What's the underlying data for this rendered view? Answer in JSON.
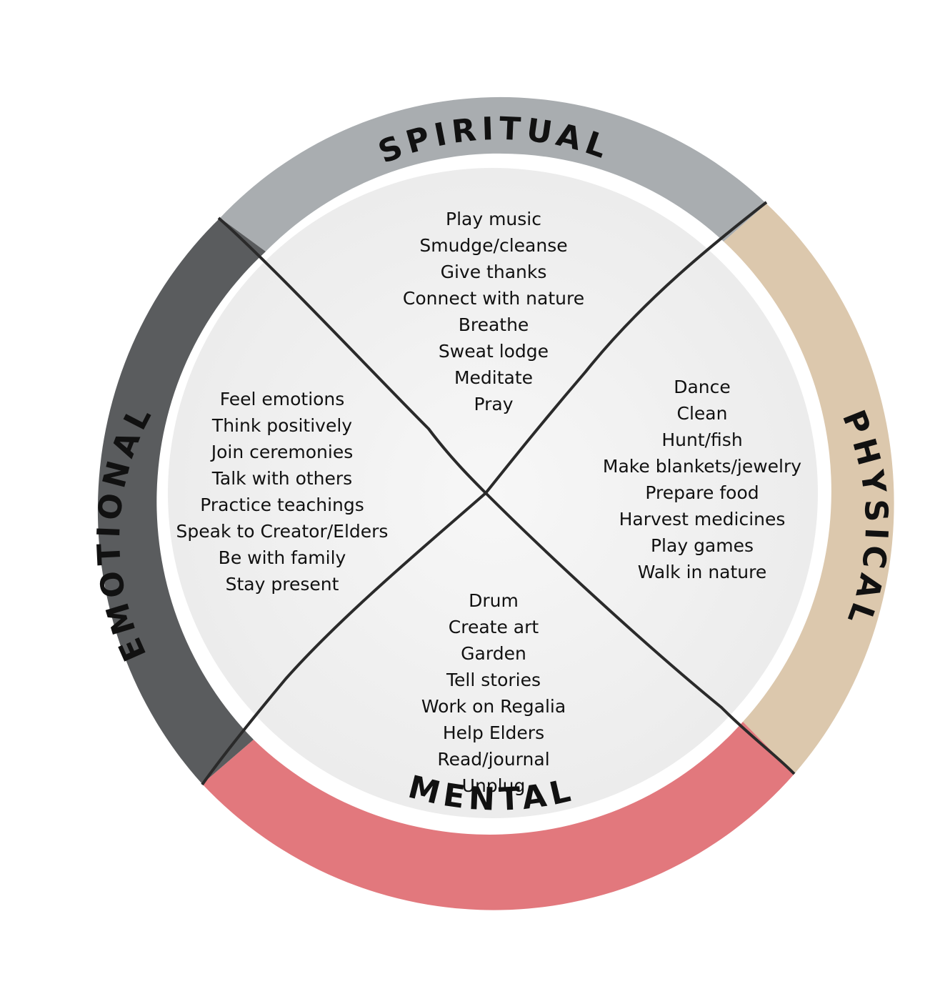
{
  "quadrants": {
    "spiritual": {
      "title": "SPIRITUAL",
      "color": "#a9adb0",
      "items": [
        "Play music",
        "Smudge/cleanse",
        "Give thanks",
        "Connect with nature",
        "Breathe",
        "Sweat lodge",
        "Meditate",
        "Pray"
      ]
    },
    "physical": {
      "title": "PHYSICAL",
      "color": "#dcc8ad",
      "items": [
        "Dance",
        "Clean",
        "Hunt/fish",
        "Make blankets/jewelry",
        "Prepare food",
        "Harvest medicines",
        "Play games",
        "Walk in nature"
      ]
    },
    "mental": {
      "title": "MENTAL",
      "color": "#e2787d",
      "items": [
        "Drum",
        "Create art",
        "Garden",
        "Tell stories",
        "Work on Regalia",
        "Help Elders",
        "Read/journal",
        "Unplug"
      ]
    },
    "emotional": {
      "title": "EMOTIONAL",
      "color": "#5a5c5e",
      "items": [
        "Feel emotions",
        "Think positively",
        "Join ceremonies",
        "Talk with others",
        "Practice teachings",
        "Speak to Creator/Elders",
        "Be with family",
        "Stay present"
      ]
    }
  }
}
